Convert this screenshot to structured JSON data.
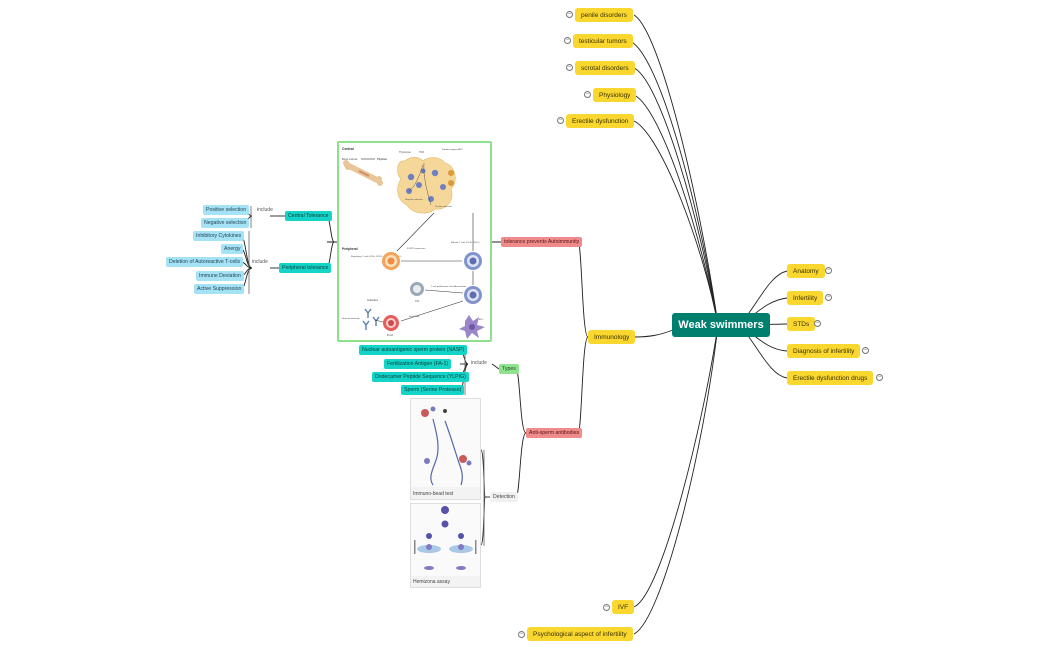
{
  "root": {
    "label": "Weak swimmers"
  },
  "right_branches": [
    "Anatomy",
    "Infertility",
    "STDs",
    "Diagnosis of infertility",
    "Erectile dysfunction drugs"
  ],
  "left_branches": {
    "top": [
      "penile disorders",
      "testicular tumors",
      "scrotal disorders",
      "Physiology",
      "Erectile dysfunction"
    ],
    "immunology": "Immunology",
    "bottom": [
      "IVF",
      "Psychological aspect of infertility"
    ]
  },
  "immunology": {
    "tolerance": {
      "label": "tolerance prevents Autoimmunity",
      "central": {
        "label": "Central Tolerance",
        "relation": "include",
        "items": [
          "Positive selection",
          "Negative selection"
        ]
      },
      "peripheral": {
        "label": "Peripheral tolerance",
        "relation": "include",
        "items": [
          "Inhibitory Cytokines",
          "Anergy",
          "Deletion of Autoreactive T-cells",
          "Immune Deviation",
          "Active Suppression"
        ]
      }
    },
    "antisperm": {
      "label": "Anti-sperm antibodies",
      "types": {
        "label": "Types",
        "relation": "include",
        "items": [
          "Nuclear autoantigenic sperm protein (NASP)",
          "Fertilization Antigen (FA-1)",
          "Dodecamer Peptide Sequence (YLPIG)",
          "Sperm (Serine Protease)"
        ]
      },
      "detection": {
        "label": "Detection",
        "images": [
          "Immuno-bead test",
          "Hemizona assay"
        ]
      }
    }
  },
  "figure_text": {
    "central": "Central",
    "bone_marrow": "Bone marrow",
    "thymus_arrow": "Thymus",
    "thymocyte": "Thymocyte",
    "tcr": "TCR",
    "peptide_mhc": "Peptide antigen MHC",
    "negative_selection": "Negative selection",
    "positive_selection": "Positive selection",
    "peripheral": "Peripheral",
    "tregs": "Regulatory T cells (CD4+ CD25+ CTLA4+ FOXP3+)",
    "foxp3": "FOXP3 expression",
    "effector": "Effector T cells (CD4+ CD8+)",
    "ctl": "CTL",
    "proliferation": "T-cell proliferation and differentiation",
    "antibodies": "Antibodies",
    "humoral": "Humoral immunity",
    "bcell_help": "B-cell help",
    "bcell": "B cell",
    "apc": "APC"
  },
  "colors": {
    "root": "#007f6f",
    "main_topic": "#f9d72f",
    "teal_node": "#14d4c7",
    "blue_node": "#a5e2f6",
    "red_node": "#f08b8b",
    "green_node": "#8fe28e",
    "line": "#222222"
  }
}
